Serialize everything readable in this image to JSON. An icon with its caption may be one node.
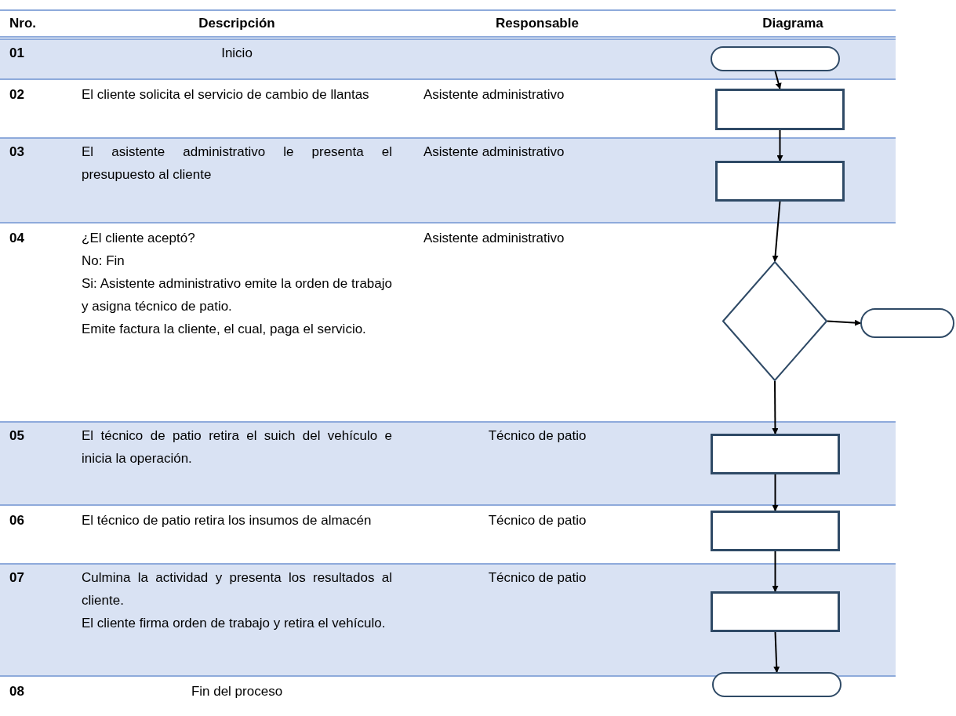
{
  "diagram": {
    "nodes": [
      {
        "text": [],
        "shape": "pill"
      },
      {
        "text": [],
        "shape": "box"
      },
      {
        "text": [],
        "shape": "box"
      },
      {
        "text": [],
        "shape": "diamond"
      },
      {
        "text": [],
        "shape": "pill"
      },
      {
        "text": [],
        "shape": "box"
      },
      {
        "text": [],
        "shape": "box"
      },
      {
        "text": [],
        "shape": "box"
      },
      {
        "text": [],
        "shape": "pill"
      }
    ],
    "edges": [
      {
        "from": 0,
        "to": 1,
        "arrow": "to"
      },
      {
        "from": 1,
        "to": 2,
        "arrow": "to"
      },
      {
        "from": 2,
        "to": 3,
        "arrow": "to"
      },
      {
        "from": 3,
        "to": 4,
        "arrow": "to"
      },
      {
        "from": 3,
        "to": 5,
        "arrow": "to"
      },
      {
        "from": 5,
        "to": 6,
        "arrow": "to"
      },
      {
        "from": 6,
        "to": 7,
        "arrow": "to"
      },
      {
        "from": 7,
        "to": 8,
        "arrow": "to"
      }
    ],
    "labels": [
      "Nro.",
      "Descripción",
      "Responsable",
      "Diagrama",
      "01",
      "Inicio",
      "02",
      "El cliente solicita el servicio de cambio de llantas",
      "Asistente administrativo",
      "03",
      "El asistente administrativo le presenta el presupuesto al cliente",
      "Asistente administrativo",
      "04",
      "¿El cliente aceptó?",
      "No: Fin",
      "Si: Asistente administrativo emite la orden de trabajo y asigna técnico de patio.",
      "Emite factura la cliente, el cual, paga el servicio.",
      "Asistente administrativo",
      "05",
      "El técnico de patio retira el suich del vehículo e inicia la operación.",
      "Técnico de patio",
      "06",
      "El técnico de patio retira los insumos de almacén",
      "Técnico de patio",
      "07",
      "Culmina la actividad y presenta los resultados al cliente.",
      "El cliente firma orden de trabajo y retira el vehículo.",
      "Técnico de patio",
      "08",
      "Fin del proceso"
    ]
  }
}
